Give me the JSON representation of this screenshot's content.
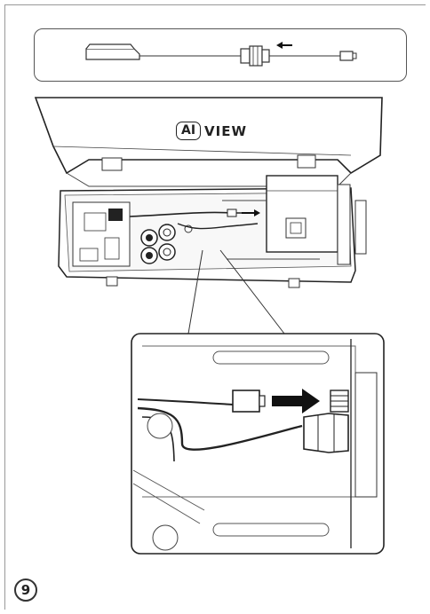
{
  "logo": {
    "prefix": "AI",
    "suffix": "VIEW"
  },
  "step": {
    "number": "9"
  },
  "icons": [
    "arrow-left-icon",
    "arrow-right-icon"
  ]
}
